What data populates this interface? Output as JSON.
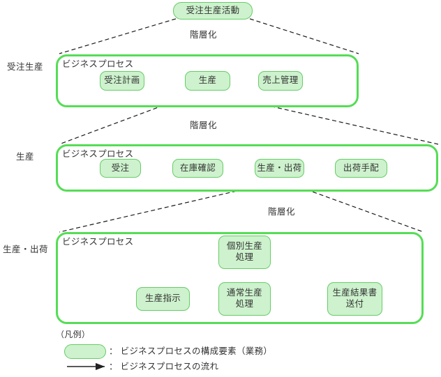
{
  "diagram": {
    "title_node": {
      "label": "受注生産活動"
    },
    "hierarchy_labels": [
      {
        "label": "階層化"
      },
      {
        "label": "階層化"
      },
      {
        "label": "階層化"
      }
    ],
    "row_labels": [
      {
        "label": "受注生産"
      },
      {
        "label": "生産"
      },
      {
        "label": "生産・出荷"
      }
    ],
    "container_caption": "ビジネスプロセス",
    "levels": [
      {
        "name": "受注生産",
        "caption": "ビジネスプロセス",
        "nodes": [
          {
            "type": "start",
            "label": ""
          },
          {
            "type": "task",
            "label": "受注計画"
          },
          {
            "type": "task",
            "label": "生産"
          },
          {
            "type": "task",
            "label": "売上管理"
          },
          {
            "type": "end",
            "label": ""
          }
        ]
      },
      {
        "name": "生産",
        "caption": "ビジネスプロセス",
        "nodes": [
          {
            "type": "start",
            "label": ""
          },
          {
            "type": "task",
            "label": "受注"
          },
          {
            "type": "task",
            "label": "在庫確認"
          },
          {
            "type": "task",
            "label": "生産・出荷"
          },
          {
            "type": "task",
            "label": "出荷手配"
          },
          {
            "type": "end",
            "label": ""
          }
        ]
      },
      {
        "name": "生産・出荷",
        "caption": "ビジネスプロセス",
        "nodes": [
          {
            "type": "start",
            "label": ""
          },
          {
            "type": "decision",
            "label": ""
          },
          {
            "type": "task",
            "label": "生産指示"
          },
          {
            "type": "task",
            "label": "通常生産\n処理"
          },
          {
            "type": "task",
            "label": "個別生産\n処理"
          },
          {
            "type": "decision",
            "label": ""
          },
          {
            "type": "task",
            "label": "生産結果書\n送付"
          },
          {
            "type": "end",
            "label": ""
          }
        ]
      }
    ],
    "nodes_text": {
      "n_jyuchu_keikaku": "受注計画",
      "n_seisan": "生産",
      "n_uriage_kanri": "売上管理",
      "n_jyuchu": "受注",
      "n_zaiko_kakunin": "在庫確認",
      "n_seisan_shukka": "生産・出荷",
      "n_shukka_tehai": "出荷手配",
      "n_seisan_shiji": "生産指示",
      "n_kobetsu_1": "個別生産",
      "n_kobetsu_2": "処理",
      "n_tsujo_1": "通常生産",
      "n_tsujo_2": "処理",
      "n_kekkasho_1": "生産結果書",
      "n_kekkasho_2": "送付"
    },
    "legend": {
      "title": "（凡例）",
      "items": [
        {
          "glyph": "rounded-rect-swatch",
          "text": "： ビジネスプロセスの構成要素（業務）"
        },
        {
          "glyph": "arrow-swatch",
          "text": "： ビジネスプロセスの流れ"
        }
      ]
    },
    "colors": {
      "node_fill": "#cdf2cd",
      "node_border": "#66cc66",
      "container_border": "#55dd55",
      "line": "#222222",
      "text": "#333333",
      "background": "#ffffff"
    }
  }
}
